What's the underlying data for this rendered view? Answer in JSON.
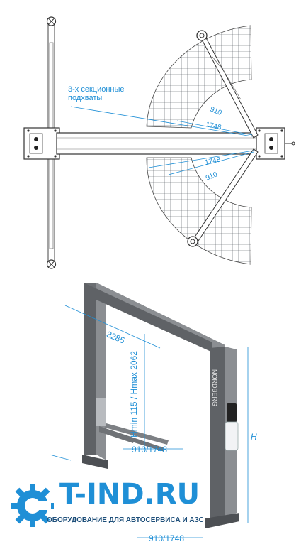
{
  "top_view": {
    "note": "3-х секционные\nподхваты",
    "dims_upper": {
      "a": "910",
      "b": "1748"
    },
    "dims_lower": {
      "a": "1748",
      "b": "910"
    }
  },
  "front_view": {
    "width_dim": "3285",
    "height_range": "Hmin 115 / Hmax 2062",
    "reach_dim": "910/1748",
    "reach_dim_bottom": "910/1748",
    "height_symbol": "H",
    "brand": "NORDBERG"
  },
  "logo": {
    "main": "T-IND.RU",
    "sub": "ОБОРУДОВАНИЕ ДЛЯ АВТОСЕРВИСА И АЗС",
    "color": "#1f8fd6"
  },
  "colors": {
    "accent": "#1f8fd6",
    "frame": "#5f6266",
    "frame_light": "#8b8e92",
    "grid": "#4b4f55"
  }
}
